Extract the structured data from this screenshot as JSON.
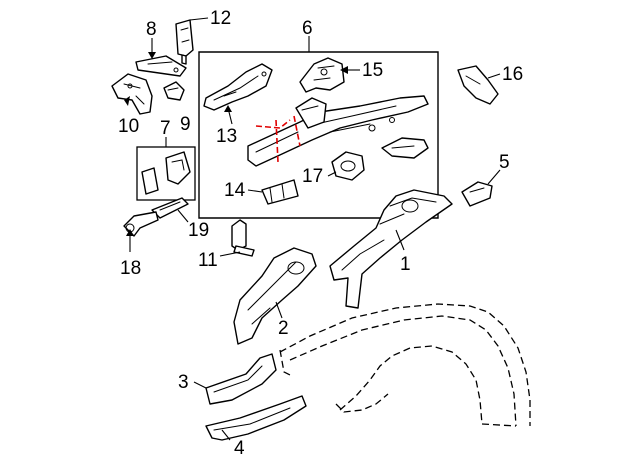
{
  "callouts": [
    {
      "id": "1",
      "label": "1"
    },
    {
      "id": "2",
      "label": "2"
    },
    {
      "id": "3",
      "label": "3"
    },
    {
      "id": "4",
      "label": "4"
    },
    {
      "id": "5",
      "label": "5"
    },
    {
      "id": "6",
      "label": "6"
    },
    {
      "id": "7",
      "label": "7"
    },
    {
      "id": "8",
      "label": "8"
    },
    {
      "id": "9",
      "label": "9"
    },
    {
      "id": "10",
      "label": "10"
    },
    {
      "id": "11",
      "label": "11"
    },
    {
      "id": "12",
      "label": "12"
    },
    {
      "id": "13",
      "label": "13"
    },
    {
      "id": "14",
      "label": "14"
    },
    {
      "id": "15",
      "label": "15"
    },
    {
      "id": "16",
      "label": "16"
    },
    {
      "id": "17",
      "label": "17"
    },
    {
      "id": "18",
      "label": "18"
    },
    {
      "id": "19",
      "label": "19"
    }
  ],
  "colors": {
    "line": "#000000",
    "cut_line": "#e00000",
    "background": "#ffffff"
  }
}
